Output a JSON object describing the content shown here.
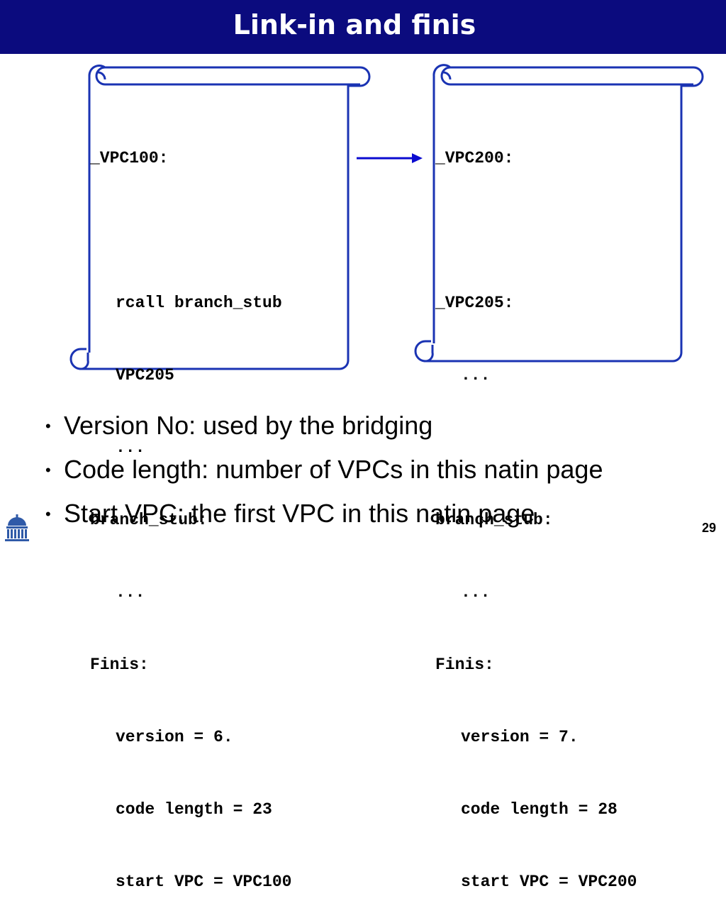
{
  "title": "Link-in and finis",
  "scroll_left": {
    "lines": [
      "_VPC100:",
      "",
      "rcall branch_stub",
      "VPC205",
      "...",
      "branch_stub:",
      "...",
      "Finis:",
      "version = 6.",
      "code length = 23",
      "start VPC = VPC100"
    ]
  },
  "scroll_right": {
    "lines": [
      "_VPC200:",
      "",
      "_VPC205:",
      "...",
      "",
      "branch_stub:",
      "...",
      "Finis:",
      "version = 7.",
      "code length = 28",
      "start VPC = VPC200"
    ]
  },
  "bullets": [
    "Version No: used by the bridging",
    "Code length: number of VPCs in this natin page",
    "Start VPC: the first VPC in this natin page"
  ],
  "page_number": "29",
  "colors": {
    "title_bar": "#0b0b7e",
    "scroll_outline": "#1a33b3",
    "arrow": "#0b0bd0"
  },
  "icons": {
    "logo": "university-dome-logo"
  }
}
